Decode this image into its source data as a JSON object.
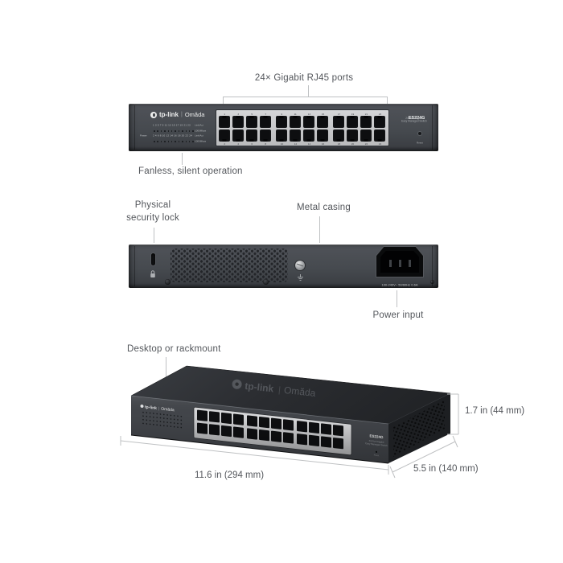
{
  "page": {
    "background": "#ffffff"
  },
  "brand": {
    "name": "tp-link",
    "divider": "|",
    "sub": "Omăda"
  },
  "ports": {
    "count": 24,
    "rows": 2,
    "groups": 3,
    "cols_per_group": 4
  },
  "colors": {
    "body": "#46494f",
    "port_black": "#0d0e10",
    "silver": "#c6c7c9",
    "annotation_text": "#53565b",
    "annotation_line": "#bfc1c3"
  },
  "front_view": {
    "callout_ports": "24× Gigabit RJ45 ports",
    "callout_fanless": "Fanless, silent operation",
    "model": "ES224G",
    "model_desc": [
      "24-Port Gigabit",
      "Easy Managed Switch"
    ],
    "reset_label": "Reset",
    "led_rows": [
      {
        "numbers": "1 3 5 7 9 11 13 15 17 19 21 23",
        "label": "Link/Act"
      },
      {
        "dots": 12,
        "label": "1000Mbps"
      },
      {
        "prefix": "Power",
        "numbers": "2 4 6 8 10 12 14 16 18 20 22 24",
        "label": "Link/Act"
      },
      {
        "dots": 12,
        "label": "1000Mbps"
      }
    ]
  },
  "back_view": {
    "callout_lock": [
      "Physical",
      "security lock"
    ],
    "callout_casing": "Metal casing",
    "callout_power": "Power input",
    "power_rating": "100-240V~ 50/60Hz 0.6A"
  },
  "perspective_view": {
    "callout_mount": "Desktop or rackmount",
    "model": "ES224G",
    "model_desc": [
      "24-Port Gigabit",
      "Easy Managed Switch"
    ],
    "dim_width": "11.6 in (294 mm)",
    "dim_depth": "5.5 in (140 mm)",
    "dim_height": "1.7 in (44 mm)"
  }
}
